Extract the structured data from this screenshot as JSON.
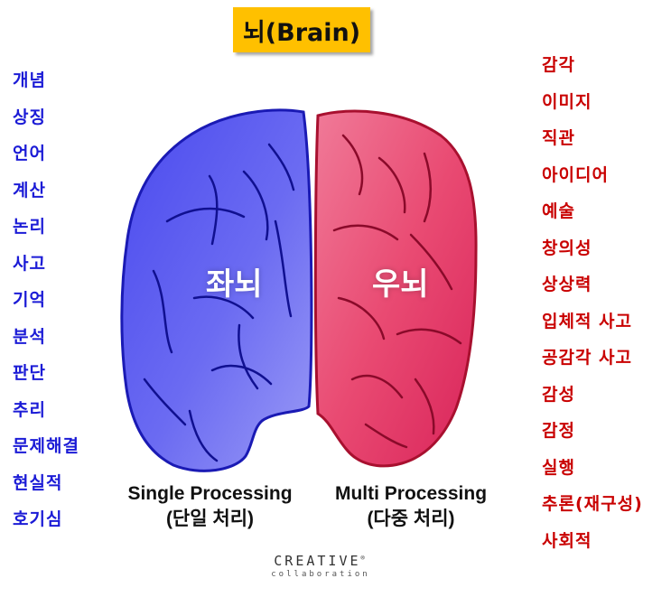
{
  "title": "뇌(Brain)",
  "left_hemisphere": {
    "label": "좌뇌",
    "caption_line1": "Single Processing",
    "caption_line2": "(단일 처리)",
    "color": "#5b5bf0",
    "traits": [
      "개념",
      "상징",
      "언어",
      "계산",
      "논리",
      "사고",
      "기억",
      "분석",
      "판단",
      "추리",
      "문제해결",
      "현실적",
      "호기심"
    ]
  },
  "right_hemisphere": {
    "label": "우뇌",
    "caption_line1": "Multi Processing",
    "caption_line2": "(다중 처리)",
    "color": "#ec4f78",
    "traits": [
      "감각",
      "이미지",
      "직관",
      "아이디어",
      "예술",
      "창의성",
      "상상력",
      "입체적 사고",
      "공감각 사고",
      "감성",
      "감정",
      "실행",
      "추론(재구성)",
      "사회적"
    ]
  },
  "logo": {
    "main": "CREATIVE",
    "sub": "collaboration",
    "trademark": "®"
  },
  "colors": {
    "title_bg": "#ffc000",
    "left_text": "#1b1bd6",
    "right_text": "#c90000"
  }
}
